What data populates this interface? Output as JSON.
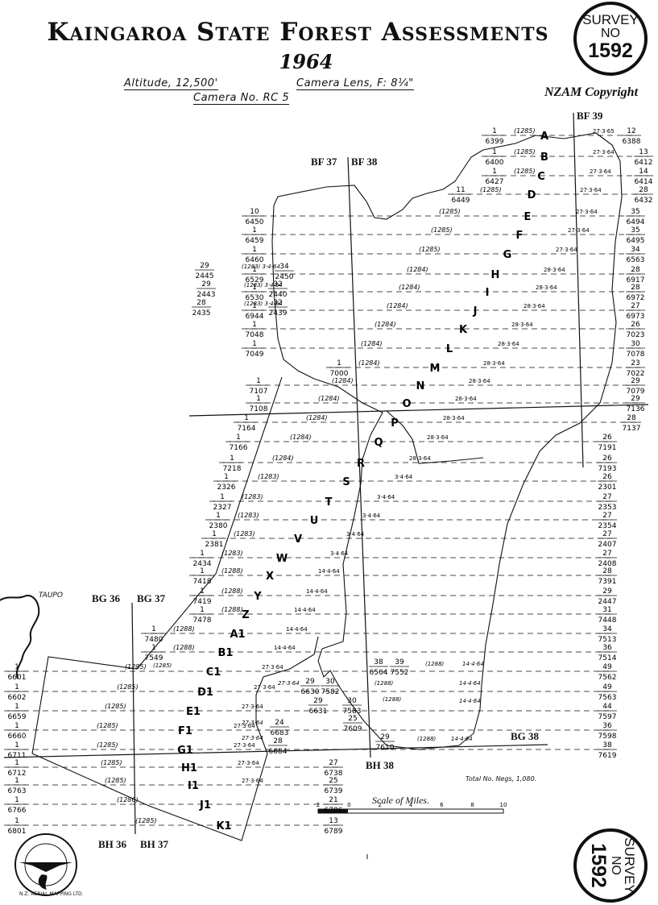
{
  "header": {
    "title": "Kaingaroa State Forest Assessments",
    "year": "1964",
    "altitude": "Altitude, 12,500'",
    "camera_no": "Camera No. RC 5",
    "camera_lens": "Camera Lens, F: 8¼\"",
    "copyright": "NZAM Copyright"
  },
  "stamp": {
    "line1": "SURVEY",
    "line2": "NO",
    "number": "1592"
  },
  "map_labels": {
    "taupo": "TAUPO",
    "total_negs": "Total No. Negs, 1,080.",
    "scale_label": "Scale of Miles.",
    "scale_ticks": [
      "2",
      "0",
      "2",
      "4",
      "6",
      "8",
      "10"
    ],
    "logo_text": "N.Z. AERIAL MAPPING LTD."
  },
  "grid_labels": {
    "bf37": "BF 37",
    "bf38": "BF 38",
    "bf39": "BF 39",
    "bg36": "BG 36",
    "bg37": "BG 37",
    "bg38": "BG 38",
    "bh36": "BH 36",
    "bh37": "BH 37",
    "bh38": "BH 38"
  },
  "strips": [
    {
      "letter": "A",
      "left": "1/6399",
      "right": "12/6388",
      "run": "(1285)",
      "date": "27·3·65"
    },
    {
      "letter": "B",
      "left": "1/6400",
      "right": "13/6412",
      "run": "(1285)",
      "date": "27·3·64"
    },
    {
      "letter": "C",
      "left": "1/6427",
      "right": "14/6414",
      "run": "(1285)",
      "date": "27·3·64"
    },
    {
      "letter": "D",
      "left": "11/6449",
      "right": "28/6432",
      "run": "(1285)",
      "date": "27·3·64"
    },
    {
      "letter": "E",
      "left": "10/6450",
      "right": "35/6494",
      "run": "(1285)",
      "date": "27·3·64"
    },
    {
      "letter": "F",
      "left": "1/6459",
      "right": "35/6495",
      "run": "(1285)",
      "date": "27·3·64"
    },
    {
      "letter": "G",
      "left": "1/6460",
      "right": "34/6563",
      "run": "(1285)",
      "date": "27·3·64"
    },
    {
      "letter": "H",
      "left": "1/6529",
      "right": "28/6917",
      "run": "(1284)",
      "date": "28·3·64"
    },
    {
      "letter": "I",
      "left": "1/6530",
      "right": "28/6972",
      "run": "(1284)",
      "date": "28·3·64"
    },
    {
      "letter": "J",
      "left": "1/6944",
      "right": "27/6973",
      "run": "(1284)",
      "date": "28·3·64"
    },
    {
      "letter": "K",
      "left": "1/7048",
      "right": "26/7023",
      "run": "(1284)",
      "date": "28·3·64"
    },
    {
      "letter": "L",
      "left": "1/7049",
      "right": "30/7078",
      "run": "(1284)",
      "date": "28·3·64"
    },
    {
      "letter": "M",
      "left": "1/7000",
      "right": "23/7022",
      "run": "(1284)",
      "date": "28·3·64"
    },
    {
      "letter": "N",
      "left": "1/7107",
      "right": "29/7079",
      "run": "(1284)",
      "date": "28·3·64"
    },
    {
      "letter": "O",
      "left": "1/7108",
      "right": "29/7136",
      "run": "(1284)",
      "date": "28·3·64"
    },
    {
      "letter": "P",
      "left": "1/7164",
      "right": "28/7137",
      "run": "(1284)",
      "date": "28·3·64"
    },
    {
      "letter": "Q",
      "left": "1/7166",
      "right": "26/7191",
      "run": "(1284)",
      "date": "28·3·64"
    },
    {
      "letter": "R",
      "left": "1/7218",
      "right": "26/7193",
      "run": "(1284)",
      "date": "28·3·64"
    },
    {
      "letter": "S",
      "left": "1/2326",
      "right": "26/2301",
      "run": "(1283)",
      "date": "3·4·64"
    },
    {
      "letter": "T",
      "left": "1/2327",
      "right": "27/2353",
      "run": "(1283)",
      "date": "3·4·64"
    },
    {
      "letter": "U",
      "left": "1/2380",
      "right": "27/2354",
      "run": "(1283)",
      "date": "3·4·64"
    },
    {
      "letter": "V",
      "left": "1/2381",
      "right": "27/2407",
      "run": "(1283)",
      "date": "3·4·64"
    },
    {
      "letter": "W",
      "left": "1/2434",
      "right": "27/2408",
      "run": "(1283)",
      "date": "3·4·64"
    },
    {
      "letter": "X",
      "left": "1/7418",
      "right": "28/7391",
      "run": "(1288)",
      "date": "14·4·64"
    },
    {
      "letter": "Y",
      "left": "1/7419",
      "right": "29/2447",
      "run": "(1288)",
      "date": "14·4·64"
    },
    {
      "letter": "Z",
      "left": "1/7478",
      "right": "31/7448",
      "run": "(1288)",
      "date": "14·4·64"
    },
    {
      "letter": "A1",
      "left": "1/7480",
      "right": "34/7513",
      "run": "(1288)",
      "date": "14·4·64"
    },
    {
      "letter": "B1",
      "left": "1/7549",
      "right": "36/7514",
      "run": "(1288)",
      "date": "14·4·64"
    },
    {
      "letter": "C1",
      "left": "1/6601",
      "right": "49/7562",
      "run": "(1285)",
      "date": "27·3·64"
    },
    {
      "letter": "D1",
      "left": "1/6602",
      "right": "49/7563",
      "run": "(1285)",
      "date": "27·3·64"
    },
    {
      "letter": "E1",
      "left": "1/6659",
      "right": "44/7597",
      "run": "(1285)",
      "date": "27·3·64"
    },
    {
      "letter": "F1",
      "left": "1/6660",
      "right": "36/7598",
      "run": "(1285)",
      "date": "27·3·64"
    },
    {
      "letter": "G1",
      "left": "1/6711",
      "right": "38/7619",
      "run": "(1285)",
      "date": "27·3·64"
    },
    {
      "letter": "H1",
      "left": "1/6712",
      "right": "27/6738",
      "run": "(1285)",
      "date": "27·3·64"
    },
    {
      "letter": "I1",
      "left": "1/6763",
      "right": "25/6739",
      "run": "(1285)",
      "date": "27·3·64"
    },
    {
      "letter": "J1",
      "left": "1/6766",
      "right": "21/6786",
      "run": "(1286)",
      "date": ""
    },
    {
      "letter": "K1",
      "left": "1/6801",
      "right": "13/6789",
      "run": "(1285)",
      "date": ""
    }
  ],
  "extra_frame_labels": [
    "29/2445",
    "29/2443",
    "28/2435",
    "34/2450",
    "32/2440",
    "32/2439",
    "(1283) 3·4·64",
    "(1283) 3·4·64",
    "(1283) 3·4·64",
    "38/6564",
    "39/7552",
    "(1288)",
    "14·4·64",
    "29/6630",
    "30/7582",
    "29/6631",
    "30/7583",
    "(1288)",
    "(1288)",
    "14·4·64",
    "14·4·64",
    "24/6683",
    "28/6684",
    "25/7609",
    "29/7610",
    "(1288)",
    "14·4·64",
    "27·3·64",
    "27·3·64",
    "(1285)",
    "27·3·64"
  ]
}
